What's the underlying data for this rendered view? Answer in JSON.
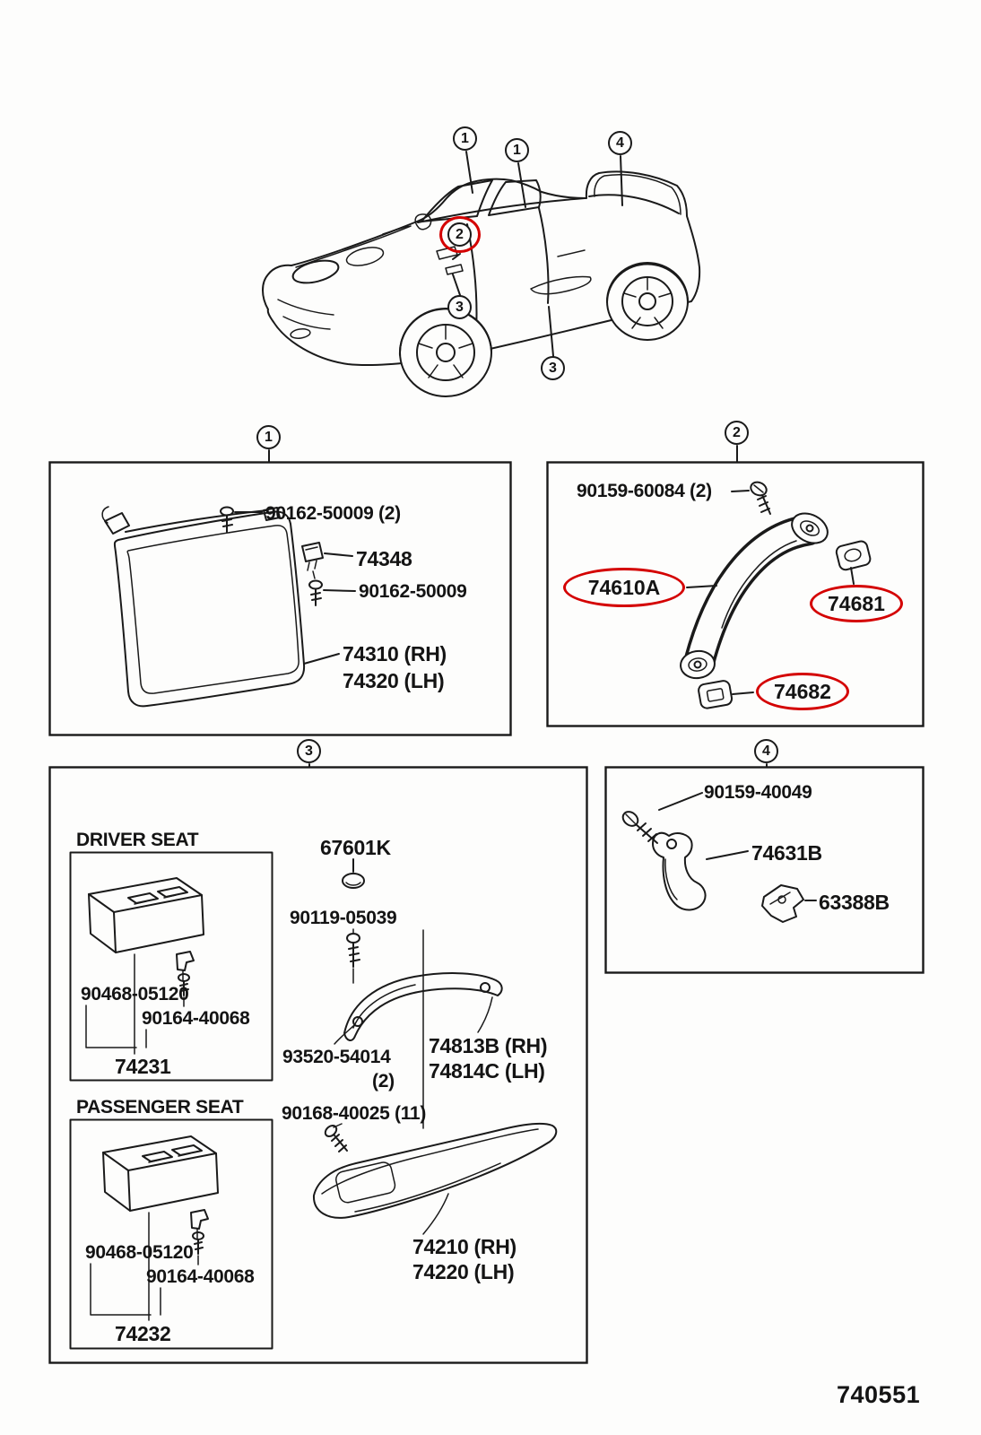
{
  "page": {
    "figure_code": "740551"
  },
  "colors": {
    "highlight": "#d40000",
    "line": "#1a1a1a"
  },
  "car": {
    "callouts": [
      {
        "num": "1"
      },
      {
        "num": "1"
      },
      {
        "num": "4"
      },
      {
        "num": "2",
        "highlighted": true
      },
      {
        "num": "3"
      },
      {
        "num": "3"
      }
    ]
  },
  "panels": {
    "visor": {
      "callout": "1",
      "screw_top": "90162-50009 (2)",
      "holder": "74348",
      "screw_bottom": "90162-50009",
      "visor_rh": "74310 (RH)",
      "visor_lh": "74320 (LH)"
    },
    "assist_grip": {
      "callout": "2",
      "bolt": "90159-60084 (2)",
      "grip": "74610A",
      "cap_upper": "74681",
      "cap_lower": "74682"
    },
    "armrest": {
      "callout": "3",
      "driver_heading": "DRIVER SEAT",
      "passenger_heading": "PASSENGER SEAT",
      "grommet": "67601K",
      "screw_a": "90119-05039",
      "driver_screw": "90468-05120",
      "driver_nut": "90164-40068",
      "driver_switch_panel": "74231",
      "rivet": "93520-54014",
      "rivet_qty": "(2)",
      "pull_handle_rh": "74813B (RH)",
      "pull_handle_lh": "74814C (LH)",
      "screw_b": "90168-40025 (11)",
      "armrest_rh": "74210 (RH)",
      "armrest_lh": "74220 (LH)",
      "passenger_screw": "90468-05120",
      "passenger_nut": "90164-40068",
      "passenger_switch_panel": "74232"
    },
    "hook": {
      "callout": "4",
      "screw": "90159-40049",
      "coat_hook": "74631B",
      "bracket": "63388B"
    }
  }
}
